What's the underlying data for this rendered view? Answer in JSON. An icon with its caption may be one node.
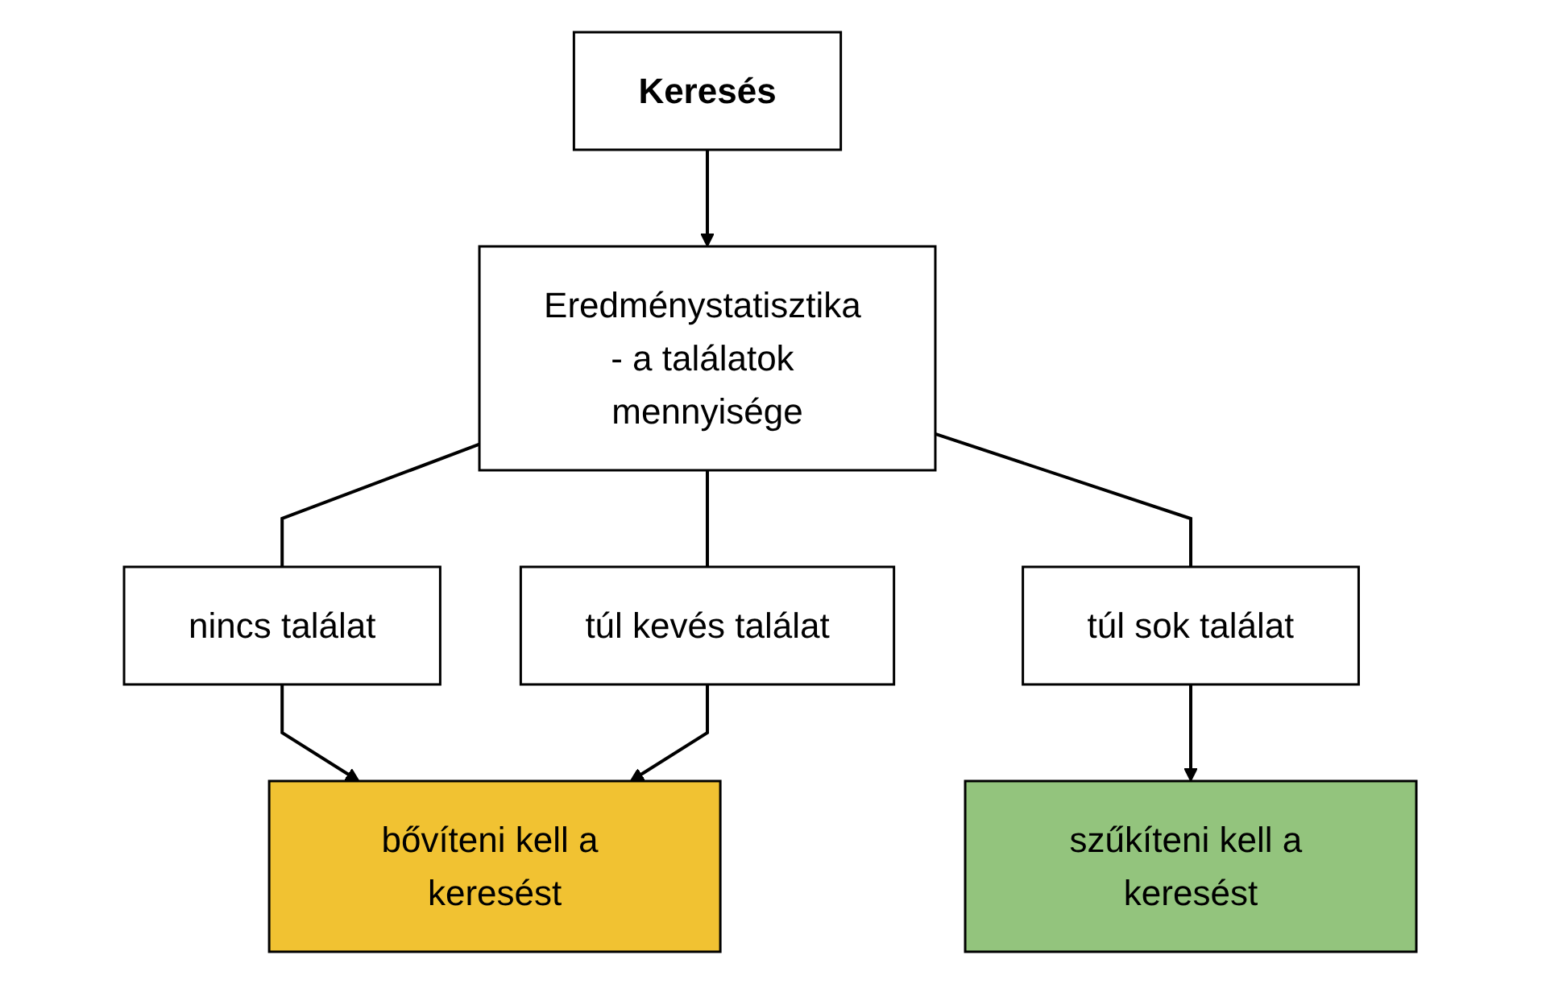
{
  "diagram": {
    "nodes": [
      {
        "text": [
          "Keresés"
        ]
      },
      {
        "text": [
          "Eredménystatisztika - a találatok mennyisége"
        ]
      },
      {
        "text": [
          "nincs találat"
        ]
      },
      {
        "text": [
          "túl kevés találat"
        ]
      },
      {
        "text": [
          "túl sok találat"
        ]
      },
      {
        "text": [
          "bővíteni kell a keresést"
        ]
      },
      {
        "text": [
          "szűkíteni kell a keresést"
        ]
      }
    ],
    "edges": [
      {
        "from": 0,
        "to": 1,
        "arrow": "to"
      },
      {
        "from": 1,
        "to": 2,
        "arrow": "none"
      },
      {
        "from": 1,
        "to": 3,
        "arrow": "none"
      },
      {
        "from": 1,
        "to": 4,
        "arrow": "none"
      },
      {
        "from": 2,
        "to": 5,
        "arrow": "to"
      },
      {
        "from": 3,
        "to": 5,
        "arrow": "to"
      },
      {
        "from": 4,
        "to": 6,
        "arrow": "to"
      }
    ]
  }
}
